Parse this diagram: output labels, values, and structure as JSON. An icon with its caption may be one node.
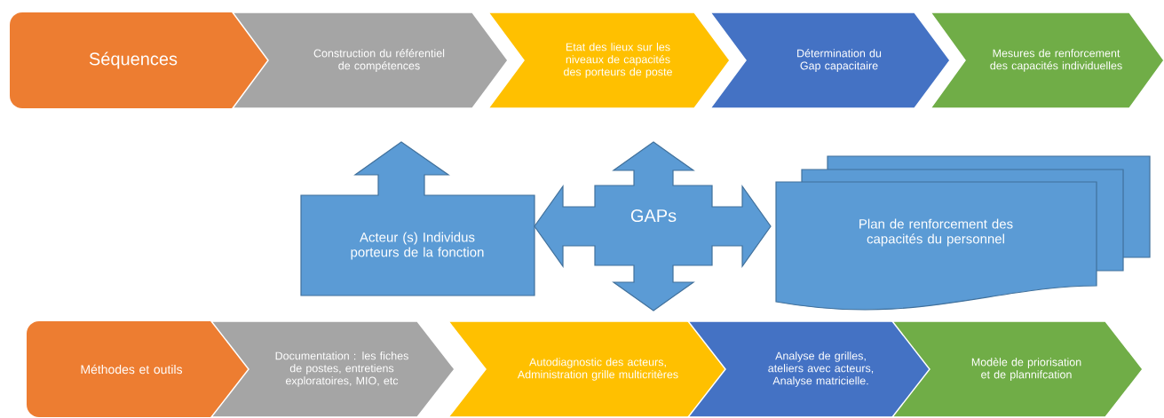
{
  "diagram": {
    "nodes": [
      {
        "text": [
          "Séquences"
        ]
      },
      {
        "text": [
          "Construction du référentiel de compétences"
        ]
      },
      {
        "text": [
          "Etat des lieux sur les niveaux de capacités des porteurs de poste"
        ]
      },
      {
        "text": [
          "Détermination du Gap capacitaire"
        ]
      },
      {
        "text": [
          "Mesures de renforcement des capacités individuelles"
        ]
      },
      {
        "text": [
          "Acteur (s) Individus porteurs de la fonction"
        ]
      },
      {
        "text": [
          "GAPs"
        ]
      },
      {
        "text": [
          "Plan de renforcement des capacités du personnel"
        ]
      },
      {
        "text": [
          "Méthodes et outils"
        ]
      },
      {
        "text": [
          "Documentation : les fiches de postes, entretiens exploratoires, MIO, etc"
        ]
      },
      {
        "text": [
          "Autodiagnostic des acteurs, Administration grille multicritères"
        ]
      },
      {
        "text": [
          "Analyse de grilles, ateliers avec acteurs, Analyse matricielle."
        ]
      },
      {
        "text": [
          "Modèle de priorisation et de plannifcation"
        ]
      }
    ]
  }
}
